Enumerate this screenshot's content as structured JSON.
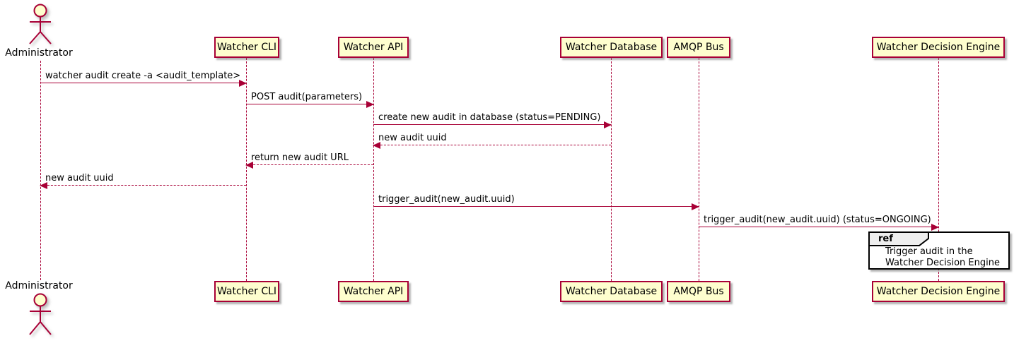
{
  "diagram": {
    "type": "sequence",
    "actor": {
      "name": "Administrator"
    },
    "participants": [
      {
        "name": "Watcher CLI"
      },
      {
        "name": "Watcher API"
      },
      {
        "name": "Watcher Database"
      },
      {
        "name": "AMQP Bus"
      },
      {
        "name": "Watcher Decision Engine"
      }
    ],
    "messages": [
      {
        "from": "Administrator",
        "to": "Watcher CLI",
        "style": "solid",
        "label": "watcher audit create -a <audit_template>"
      },
      {
        "from": "Watcher CLI",
        "to": "Watcher API",
        "style": "solid",
        "label": "POST audit(parameters)"
      },
      {
        "from": "Watcher API",
        "to": "Watcher Database",
        "style": "solid",
        "label": "create new audit in database (status=PENDING)"
      },
      {
        "from": "Watcher Database",
        "to": "Watcher API",
        "style": "dotted",
        "label": "new audit uuid"
      },
      {
        "from": "Watcher API",
        "to": "Watcher CLI",
        "style": "dotted",
        "label": "return new audit URL"
      },
      {
        "from": "Watcher CLI",
        "to": "Administrator",
        "style": "dotted",
        "label": "new audit uuid"
      },
      {
        "from": "Watcher API",
        "to": "AMQP Bus",
        "style": "solid",
        "label": "trigger_audit(new_audit.uuid)"
      },
      {
        "from": "AMQP Bus",
        "to": "Watcher Decision Engine",
        "style": "solid",
        "label": "trigger_audit(new_audit.uuid) (status=ONGOING)"
      }
    ],
    "ref": {
      "keyword": "ref",
      "lines": [
        "Trigger audit in the",
        "Watcher Decision Engine"
      ]
    },
    "colors": {
      "participant_fill": "#FEFECE",
      "participant_border": "#A80036",
      "line": "#A80036",
      "text": "#000000",
      "ref_header_fill": "#EEEEEE",
      "ref_border": "#000000"
    }
  }
}
